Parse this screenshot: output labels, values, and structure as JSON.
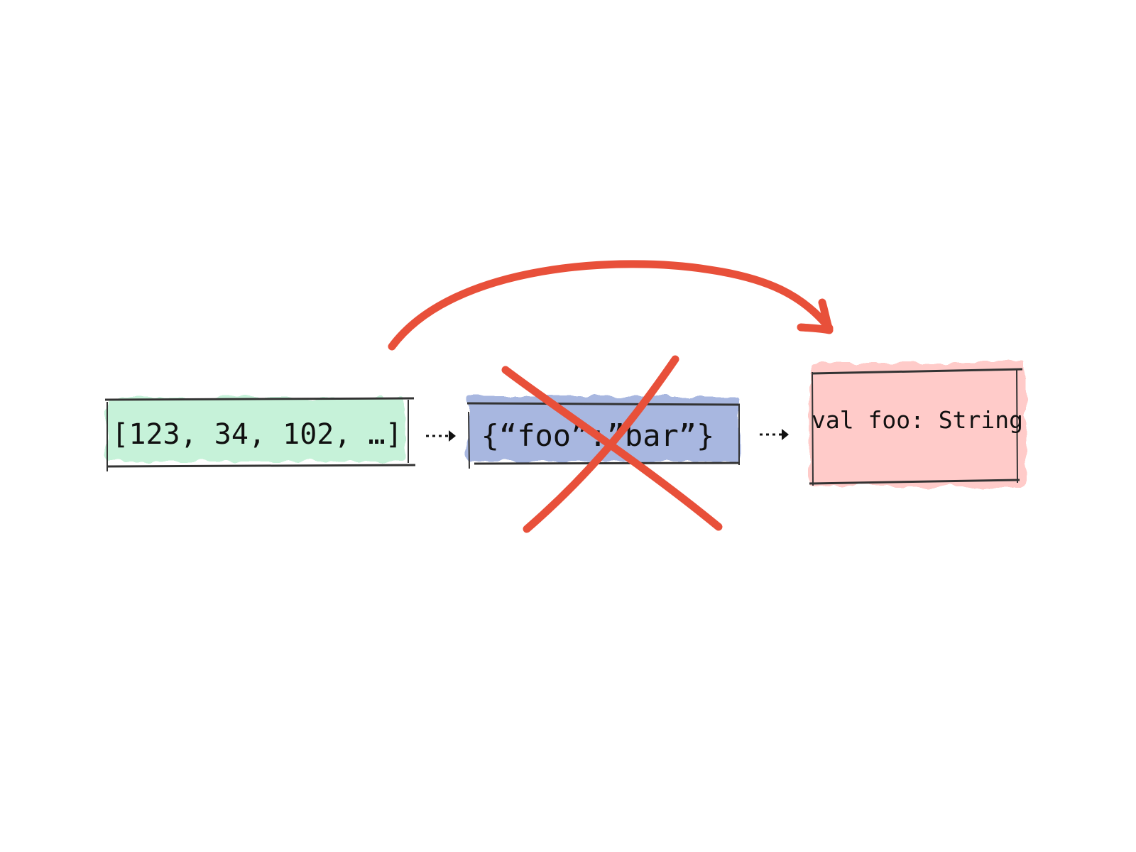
{
  "diagram": {
    "boxes": [
      {
        "id": "bytes",
        "label": "[123, 34, 102, …]",
        "fill": "#bdf0d3"
      },
      {
        "id": "json",
        "label": "{“foo”:”bar”}",
        "fill": "#9fb0dd"
      },
      {
        "id": "typed",
        "label": "val foo: String",
        "fill": "#ffc2c0"
      }
    ],
    "stroke_color": "#333333",
    "accent_color": "#e8503a",
    "crossed_out": "json",
    "skip_arrow": {
      "from": "bytes",
      "to": "typed"
    }
  }
}
